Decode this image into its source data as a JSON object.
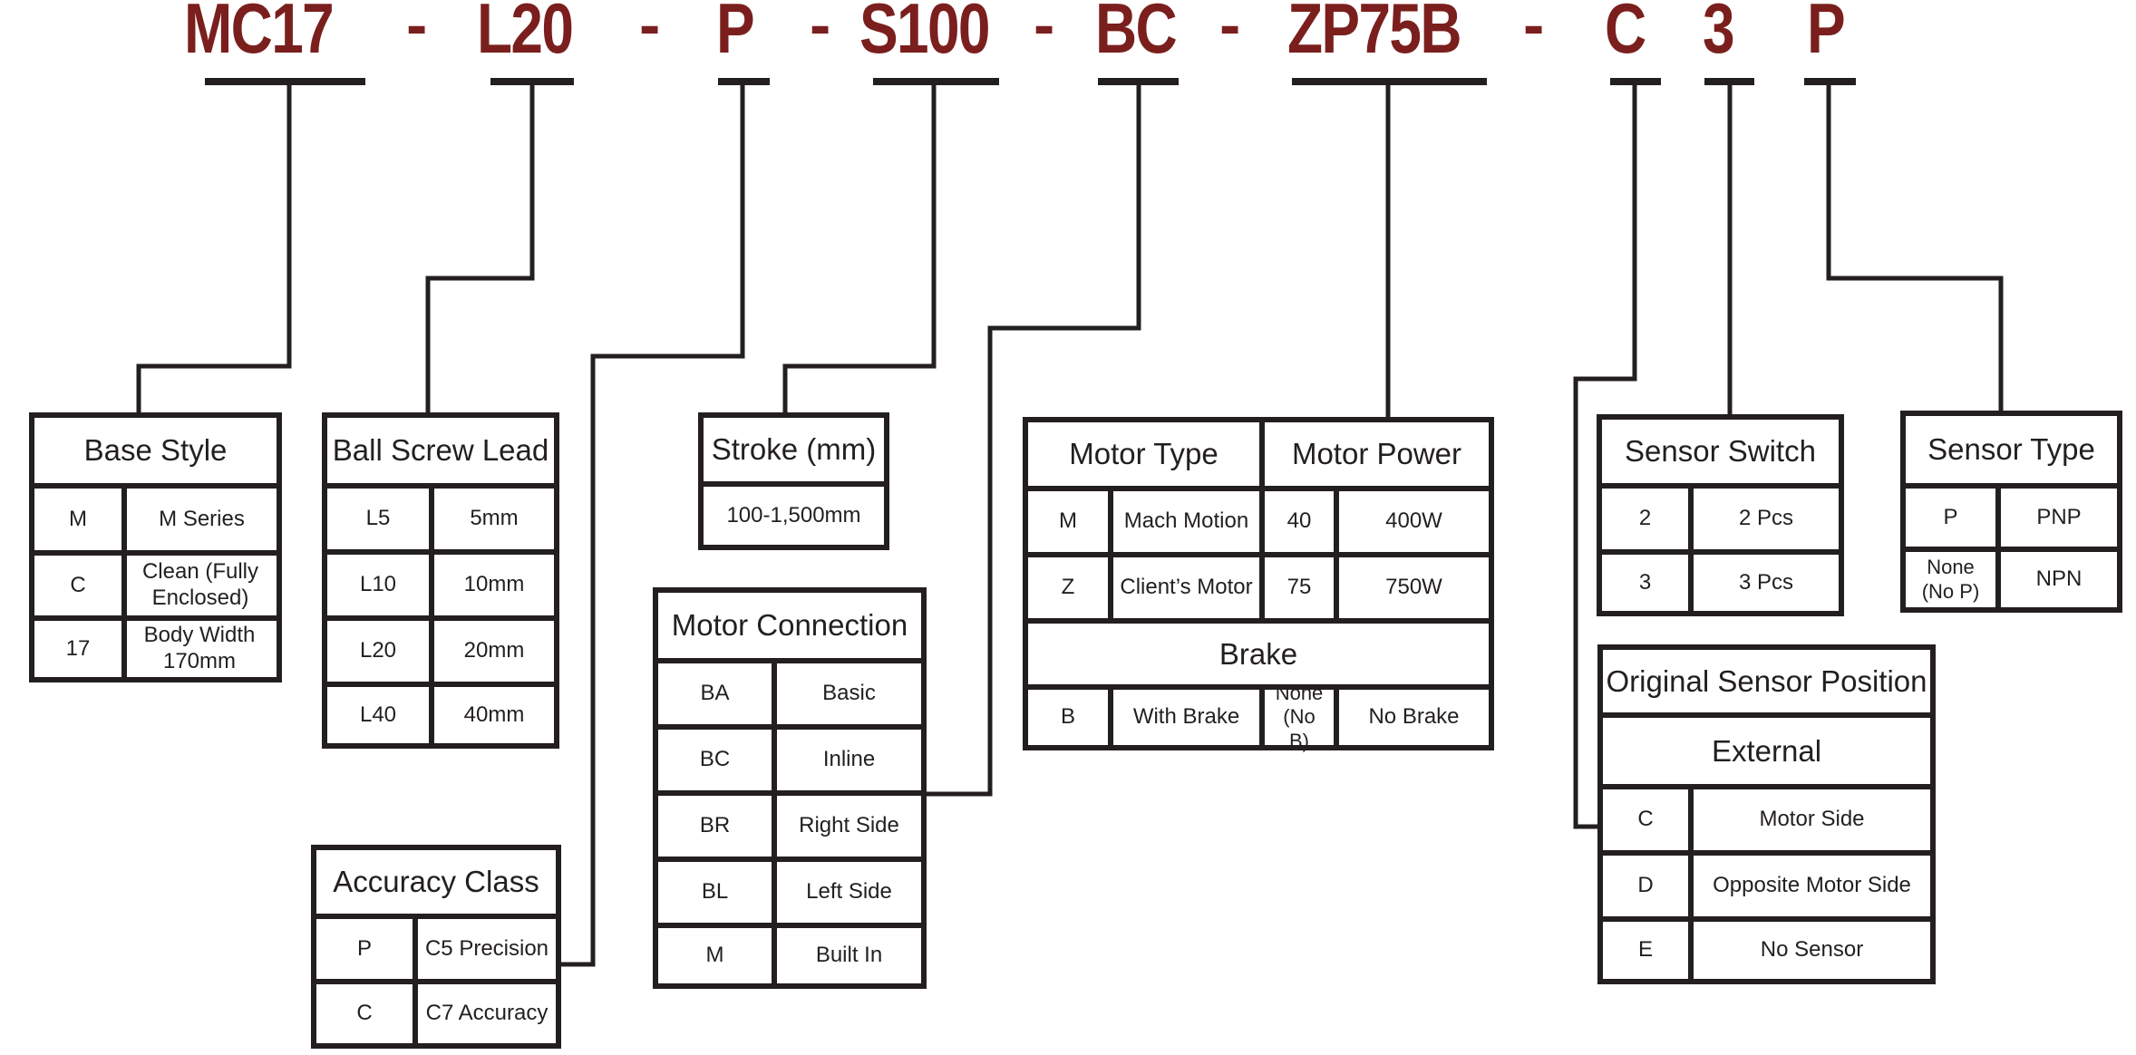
{
  "part_number": {
    "segments": [
      {
        "code": "MC17",
        "field": "base_style"
      },
      {
        "code": "L20",
        "field": "ball_screw_lead"
      },
      {
        "code": "P",
        "field": "accuracy_class"
      },
      {
        "code": "S100",
        "field": "stroke"
      },
      {
        "code": "BC",
        "field": "motor_connection"
      },
      {
        "code": "ZP75B",
        "field": "motor"
      },
      {
        "code": "C",
        "field": "original_sensor_position"
      },
      {
        "code": "3",
        "field": "sensor_switch"
      },
      {
        "code": "P",
        "field": "sensor_type"
      }
    ],
    "separator": "-",
    "color": "#7a1f1d"
  },
  "base_style": {
    "title": "Base Style",
    "rows": [
      {
        "code": "M",
        "desc": "M Series"
      },
      {
        "code": "C",
        "desc": "Clean (Fully Enclosed)"
      },
      {
        "code": "17",
        "desc": "Body Width 170mm"
      }
    ]
  },
  "ball_screw_lead": {
    "title": "Ball Screw Lead",
    "rows": [
      {
        "code": "L5",
        "desc": "5mm"
      },
      {
        "code": "L10",
        "desc": "10mm"
      },
      {
        "code": "L20",
        "desc": "20mm"
      },
      {
        "code": "L40",
        "desc": "40mm"
      }
    ]
  },
  "stroke": {
    "title": "Stroke (mm)",
    "value": "100-1,500mm"
  },
  "motor_connection": {
    "title": "Motor Connection",
    "rows": [
      {
        "code": "BA",
        "desc": "Basic"
      },
      {
        "code": "BC",
        "desc": "Inline"
      },
      {
        "code": "BR",
        "desc": "Right Side"
      },
      {
        "code": "BL",
        "desc": "Left Side"
      },
      {
        "code": "M",
        "desc": "Built In"
      }
    ]
  },
  "accuracy_class": {
    "title": "Accuracy Class",
    "rows": [
      {
        "code": "P",
        "desc": "C5 Precision"
      },
      {
        "code": "C",
        "desc": "C7 Accuracy"
      }
    ]
  },
  "motor": {
    "type_title": "Motor Type",
    "power_title": "Motor Power",
    "type_rows": [
      {
        "code": "M",
        "desc": "Mach Motion"
      },
      {
        "code": "Z",
        "desc": "Client’s Motor"
      }
    ],
    "power_rows": [
      {
        "code": "40",
        "desc": "400W"
      },
      {
        "code": "75",
        "desc": "750W"
      }
    ],
    "brake_title": "Brake",
    "brake_rows": [
      {
        "code": "B",
        "desc": "With Brake"
      },
      {
        "code": "None (No B)",
        "desc": "No Brake"
      }
    ]
  },
  "sensor_switch": {
    "title": "Sensor Switch",
    "rows": [
      {
        "code": "2",
        "desc": "2 Pcs"
      },
      {
        "code": "3",
        "desc": "3 Pcs"
      }
    ]
  },
  "sensor_type": {
    "title": "Sensor Type",
    "rows": [
      {
        "code": "P",
        "desc": "PNP"
      },
      {
        "code": "None (No P)",
        "desc": "NPN"
      }
    ]
  },
  "original_sensor_position": {
    "title": "Original Sensor Position",
    "subtitle": "External",
    "rows": [
      {
        "code": "C",
        "desc": "Motor Side"
      },
      {
        "code": "D",
        "desc": "Opposite Motor Side"
      },
      {
        "code": "E",
        "desc": "No Sensor"
      }
    ]
  }
}
